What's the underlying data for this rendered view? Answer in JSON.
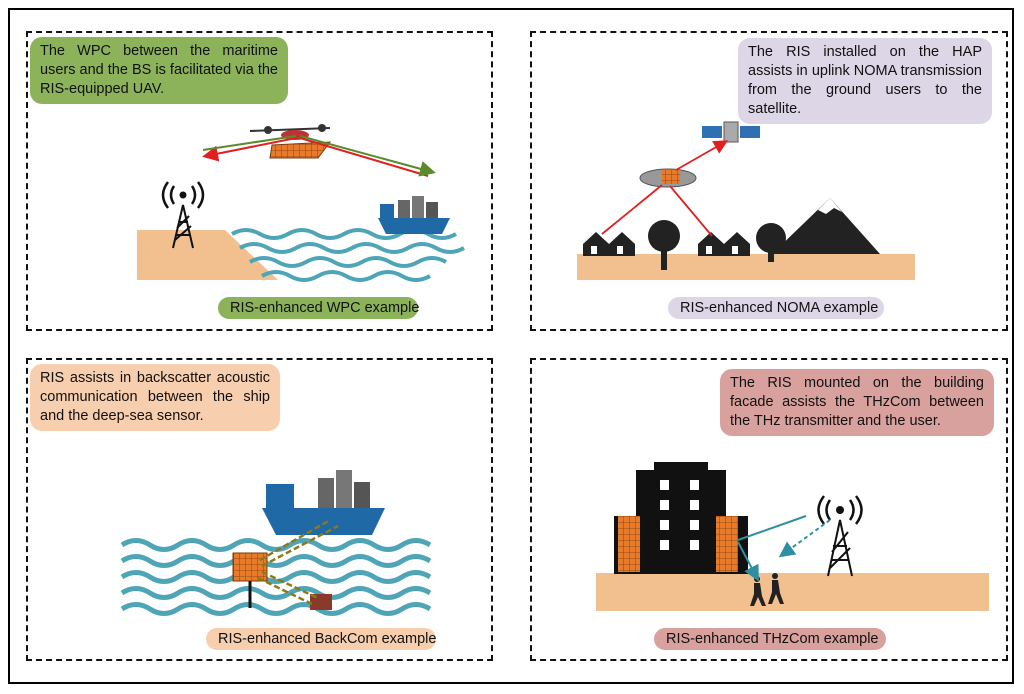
{
  "panels": {
    "wpc": {
      "note": "The WPC between the maritime users and the BS is facilitated via the RIS-equipped UAV.",
      "caption": "RIS-enhanced WPC example",
      "color": "#8db35a"
    },
    "noma": {
      "note": "The RIS installed on the HAP assists in uplink NOMA transmission from the ground users to the satellite.",
      "caption": "RIS-enhanced NOMA example",
      "color": "#ddd6e6"
    },
    "backcom": {
      "note": "RIS assists in backscatter acoustic communication between the ship and the deep-sea sensor.",
      "caption": "RIS-enhanced BackCom example",
      "color": "#f8cfae"
    },
    "thzcom": {
      "note": "The RIS mounted on the building facade assists the THzCom between the THz transmitter and the user.",
      "caption": "RIS-enhanced THzCom example",
      "color": "#d9a19e"
    }
  },
  "colors": {
    "ground": "#f2c08f",
    "water": "#4fa5b8",
    "ship": "#1f6aa6",
    "ris": "#e87a2a",
    "link_red": "#e02020",
    "link_green": "#5b8a2a",
    "link_teal": "#2f8fa0"
  }
}
